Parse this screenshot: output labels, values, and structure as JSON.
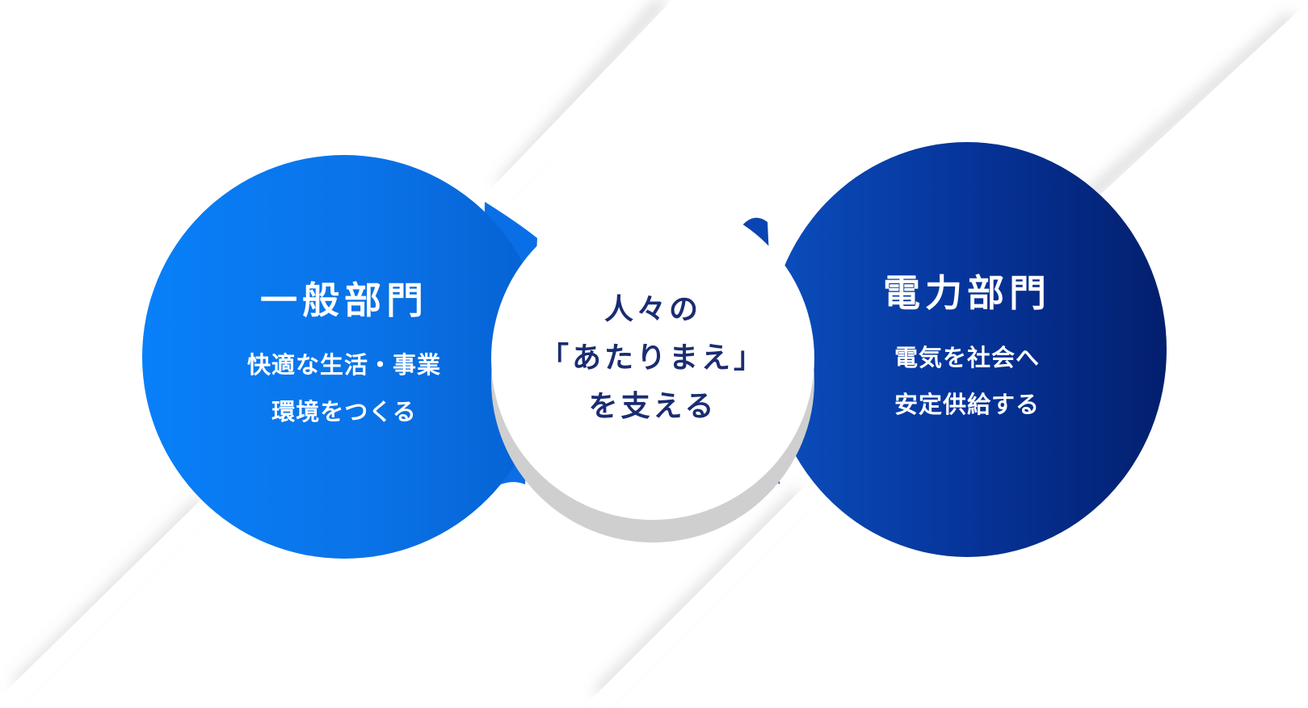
{
  "left": {
    "title": "一般部門",
    "desc_lines": [
      "快適な生活・事業",
      "環境をつくる"
    ],
    "gradient": [
      "#0880f9",
      "#0561d2"
    ]
  },
  "center": {
    "lines": [
      "人々の",
      "「あたりまえ」",
      "を支える"
    ],
    "text_color": "#1a2c72"
  },
  "right": {
    "title": "電力部門",
    "desc_lines": [
      "電気を社会へ",
      "安定供給する"
    ],
    "gradient": [
      "#0a4fbe",
      "#031f6e"
    ]
  }
}
